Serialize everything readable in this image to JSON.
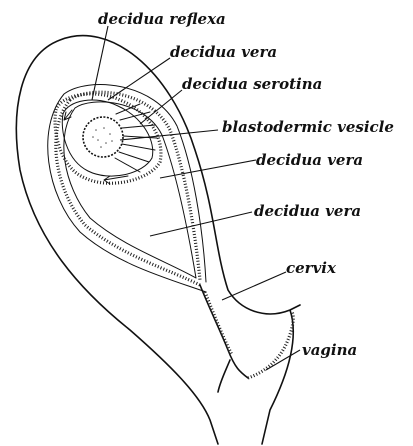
{
  "labels": {
    "decidua_reflexa": "decidua reflexa",
    "decidua_vera_1": "decidua vera",
    "decidua_serotina": "decidua serotina",
    "blastodermic_vesicle": "blastodermic vesicle",
    "decidua_vera_2": "decidua vera",
    "decidua_vera_3": "decidua vera",
    "cervix": "cervix",
    "vagina": "vagina"
  },
  "colors": {
    "ink": "#111111",
    "background": "#ffffff"
  }
}
